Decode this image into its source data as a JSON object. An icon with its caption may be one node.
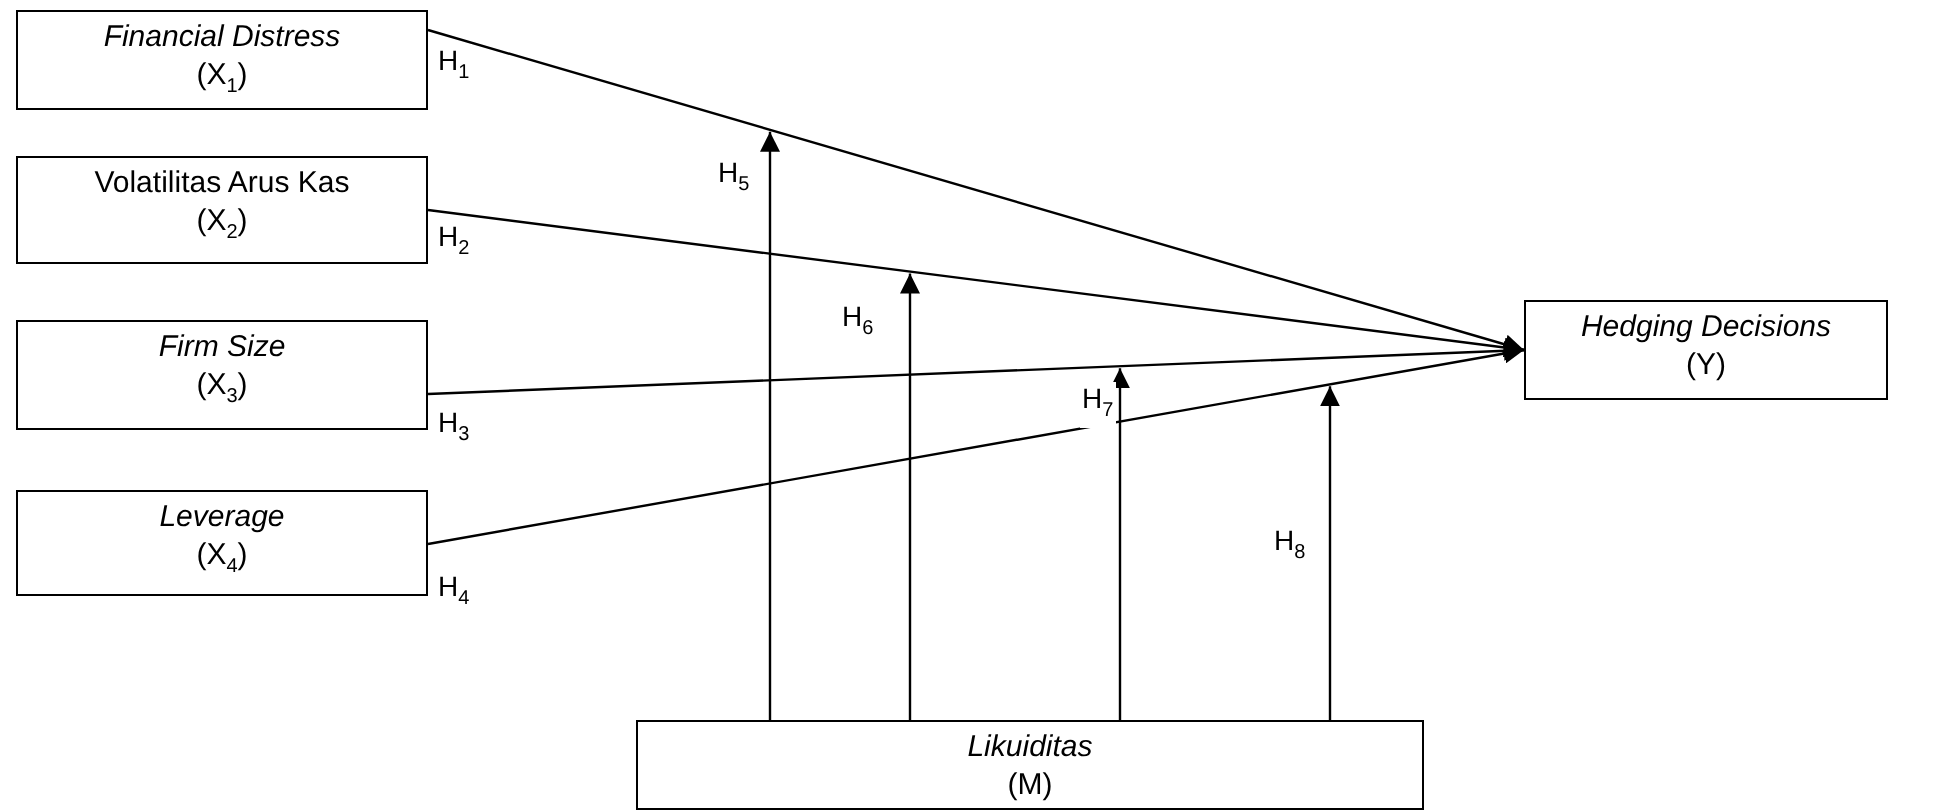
{
  "diagram": {
    "nodes": [
      {
        "text": [
          "Financial Distress",
          "(X$_{1}$)"
        ]
      },
      {
        "text": [
          "Volatilitas Arus Kas",
          "(X$_{2}$)"
        ]
      },
      {
        "text": [
          "Firm Size",
          "(X$_{3}$)"
        ]
      },
      {
        "text": [
          "Leverage",
          "(X$_{4}$)"
        ]
      },
      {
        "text": [
          "Hedging Decisions",
          "(Y)"
        ]
      },
      {
        "text": [
          "Likuiditas",
          "(M)"
        ]
      }
    ],
    "edges": [
      {
        "from": 0,
        "to": 4,
        "arrow": "to",
        "label": "H$_{1}$"
      },
      {
        "from": 1,
        "to": 4,
        "arrow": "to",
        "label": "H$_{2}$"
      },
      {
        "from": 2,
        "to": 4,
        "arrow": "to",
        "label": "H$_{3}$"
      },
      {
        "from": 3,
        "to": 4,
        "arrow": "to",
        "label": "H$_{4}$"
      },
      {
        "from": 5,
        "to": null,
        "arrow": "to",
        "label": "H$_{5}$"
      },
      {
        "from": 5,
        "to": null,
        "arrow": "to",
        "label": "H$_{6}$"
      },
      {
        "from": 5,
        "to": null,
        "arrow": "to",
        "label": "H$_{7}$"
      },
      {
        "from": 5,
        "to": null,
        "arrow": "to",
        "label": "H$_{8}$"
      }
    ]
  }
}
